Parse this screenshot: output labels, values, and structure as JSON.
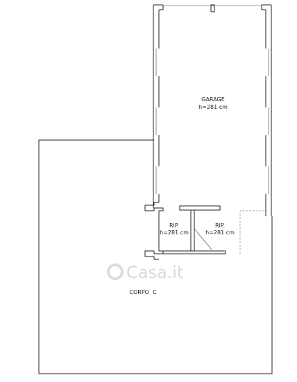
{
  "garage": {
    "name": "GARAGE",
    "height": "h=281 cm"
  },
  "rip_left": {
    "name": "RIP.",
    "height": "h=281 cm"
  },
  "rip_right": {
    "name": "RIP.",
    "height": "h=281 cm"
  },
  "corpo": {
    "name": "CORPO  C"
  },
  "watermark": {
    "text": "Casa.it"
  }
}
